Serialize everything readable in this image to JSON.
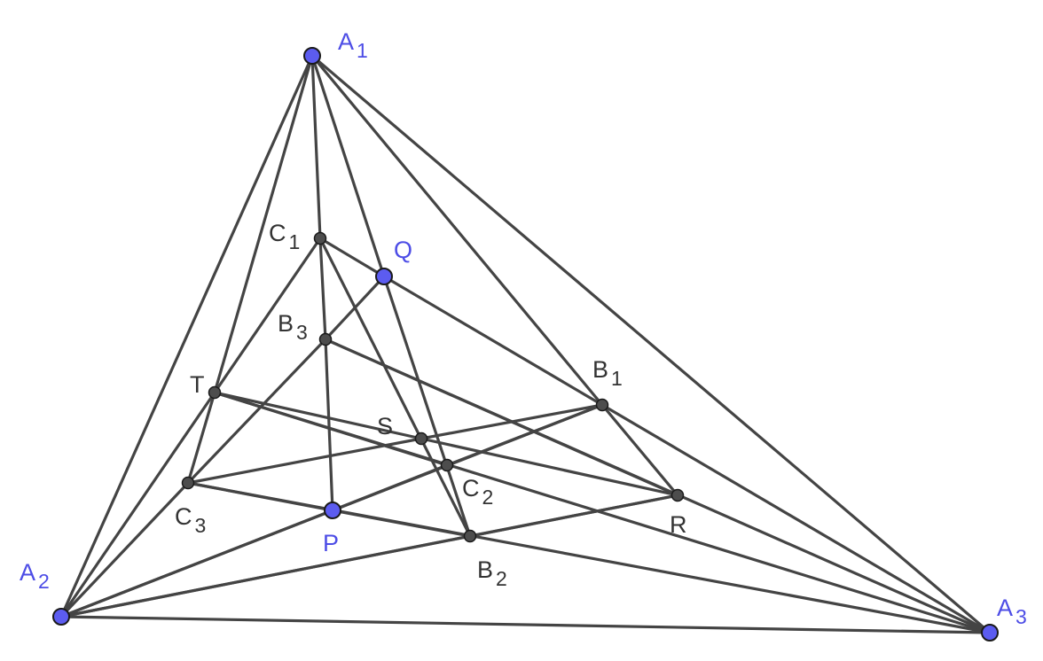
{
  "colors": {
    "segment": "#444444",
    "main_point_fill": "#5c5cf0",
    "main_label": "#4d4de6",
    "aux_point_fill": "#4d4d4d",
    "aux_label": "#333333"
  },
  "points": [
    {
      "id": "A1",
      "name": "A",
      "sub": "1",
      "kind": "main"
    },
    {
      "id": "A2",
      "name": "A",
      "sub": "2",
      "kind": "main"
    },
    {
      "id": "A3",
      "name": "A",
      "sub": "3",
      "kind": "main"
    },
    {
      "id": "Q",
      "name": "Q",
      "sub": "",
      "kind": "main"
    },
    {
      "id": "P",
      "name": "P",
      "sub": "",
      "kind": "main"
    },
    {
      "id": "C1",
      "name": "C",
      "sub": "1",
      "kind": "aux"
    },
    {
      "id": "B3",
      "name": "B",
      "sub": "3",
      "kind": "aux"
    },
    {
      "id": "T",
      "name": "T",
      "sub": "",
      "kind": "aux"
    },
    {
      "id": "B1",
      "name": "B",
      "sub": "1",
      "kind": "aux"
    },
    {
      "id": "S",
      "name": "S",
      "sub": "",
      "kind": "aux"
    },
    {
      "id": "C2",
      "name": "C",
      "sub": "2",
      "kind": "aux"
    },
    {
      "id": "C3",
      "name": "C",
      "sub": "3",
      "kind": "aux"
    },
    {
      "id": "R",
      "name": "R",
      "sub": "",
      "kind": "aux"
    },
    {
      "id": "B2",
      "name": "B",
      "sub": "2",
      "kind": "aux"
    }
  ],
  "segments": [
    [
      "A1",
      "A2"
    ],
    [
      "A2",
      "A3"
    ],
    [
      "A1",
      "A3"
    ],
    [
      "A1",
      "T"
    ],
    [
      "A1",
      "C1"
    ],
    [
      "A1",
      "Q"
    ],
    [
      "A1",
      "B1"
    ],
    [
      "A2",
      "T"
    ],
    [
      "A2",
      "C3"
    ],
    [
      "A2",
      "P"
    ],
    [
      "A2",
      "B1"
    ],
    [
      "A2",
      "B2"
    ],
    [
      "A2",
      "R"
    ],
    [
      "A3",
      "B1"
    ],
    [
      "A3",
      "T"
    ],
    [
      "A3",
      "C3"
    ],
    [
      "A3",
      "B3"
    ],
    [
      "C1",
      "Q"
    ],
    [
      "Q",
      "B1"
    ],
    [
      "C1",
      "T"
    ],
    [
      "C1",
      "B3"
    ],
    [
      "B3",
      "P"
    ],
    [
      "C1",
      "B2"
    ],
    [
      "Q",
      "B3"
    ],
    [
      "B3",
      "C3"
    ],
    [
      "B3",
      "R"
    ],
    [
      "B1",
      "R"
    ],
    [
      "Q",
      "B2"
    ],
    [
      "T",
      "C3"
    ],
    [
      "T",
      "S"
    ],
    [
      "S",
      "R"
    ],
    [
      "T",
      "C2"
    ],
    [
      "C3",
      "S"
    ],
    [
      "S",
      "B1"
    ],
    [
      "C3",
      "P"
    ],
    [
      "P",
      "B2"
    ],
    [
      "P",
      "C2"
    ],
    [
      "C2",
      "B1"
    ],
    [
      "B2",
      "R"
    ]
  ]
}
